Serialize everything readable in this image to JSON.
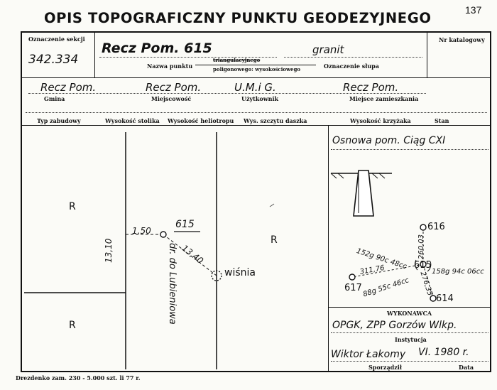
{
  "title": "OPIS TOPOGRAFICZNY PUNKTU GEODEZYJNEGO",
  "page_number": "137",
  "section": {
    "label": "Oznaczenie sekcji",
    "value": "342.334"
  },
  "point": {
    "name_value": "Recz Pom. 615",
    "name_label": "Nazwa punktu",
    "type_struck": "triangulacyjnego",
    "type_line2": "poligonowego: wysokościowego",
    "post_value": "granit",
    "post_label": "Oznaczenie słupa"
  },
  "catalog": {
    "label": "Nr katalogowy"
  },
  "location": {
    "gmina_value": "Recz Pom.",
    "gmina_label": "Gmina",
    "miejscowosc_value": "Recz Pom.",
    "miejscowosc_label": "Miejscowość",
    "uzytkownik_value": "U.M.i G.",
    "uzytkownik_label": "Użytkownik",
    "zamieszkania_value": "Recz Pom.",
    "zamieszkania_label": "Miejsce zamieszkania"
  },
  "columns": [
    "Typ zabudowy",
    "Wysokość stolika",
    "Wysokość heliotropu",
    "Wys. szczytu daszka",
    "Wysokość krzyżaka",
    "Stan"
  ],
  "sketch": {
    "label_r1": "R",
    "label_r2": "R",
    "label_r3": "R",
    "dist_1": "13,10",
    "dist_2": "1,50",
    "dist_3": "13,40",
    "point_label": "615",
    "tree_label": "wiśnia",
    "road_label": "dr. do Lubieniowa"
  },
  "network": {
    "caption": "Osnowa pom. Ciąg CXI",
    "point_616": "616",
    "point_615": "615",
    "point_617": "617",
    "point_614": "614",
    "dist_a": "260,03",
    "dist_b": "311,76",
    "dist_c": "276,35",
    "angle_a": "152g 90c 48cc",
    "angle_b": "158g 94c 06cc",
    "angle_c": "88g 55c 46cc"
  },
  "executor": {
    "header": "WYKONAWCA",
    "institution_value": "OPGK, ZPP Gorzów Wlkp.",
    "institution_label": "Instytucja",
    "sporzadzil_value": "Wiktor Łakomy",
    "sporzadzil_label": "Sporządził",
    "date_value": "VI. 1980 r.",
    "date_label": "Data"
  },
  "footer": "Drezdenko zam. 230 - 5.000 szt. li 77 r."
}
